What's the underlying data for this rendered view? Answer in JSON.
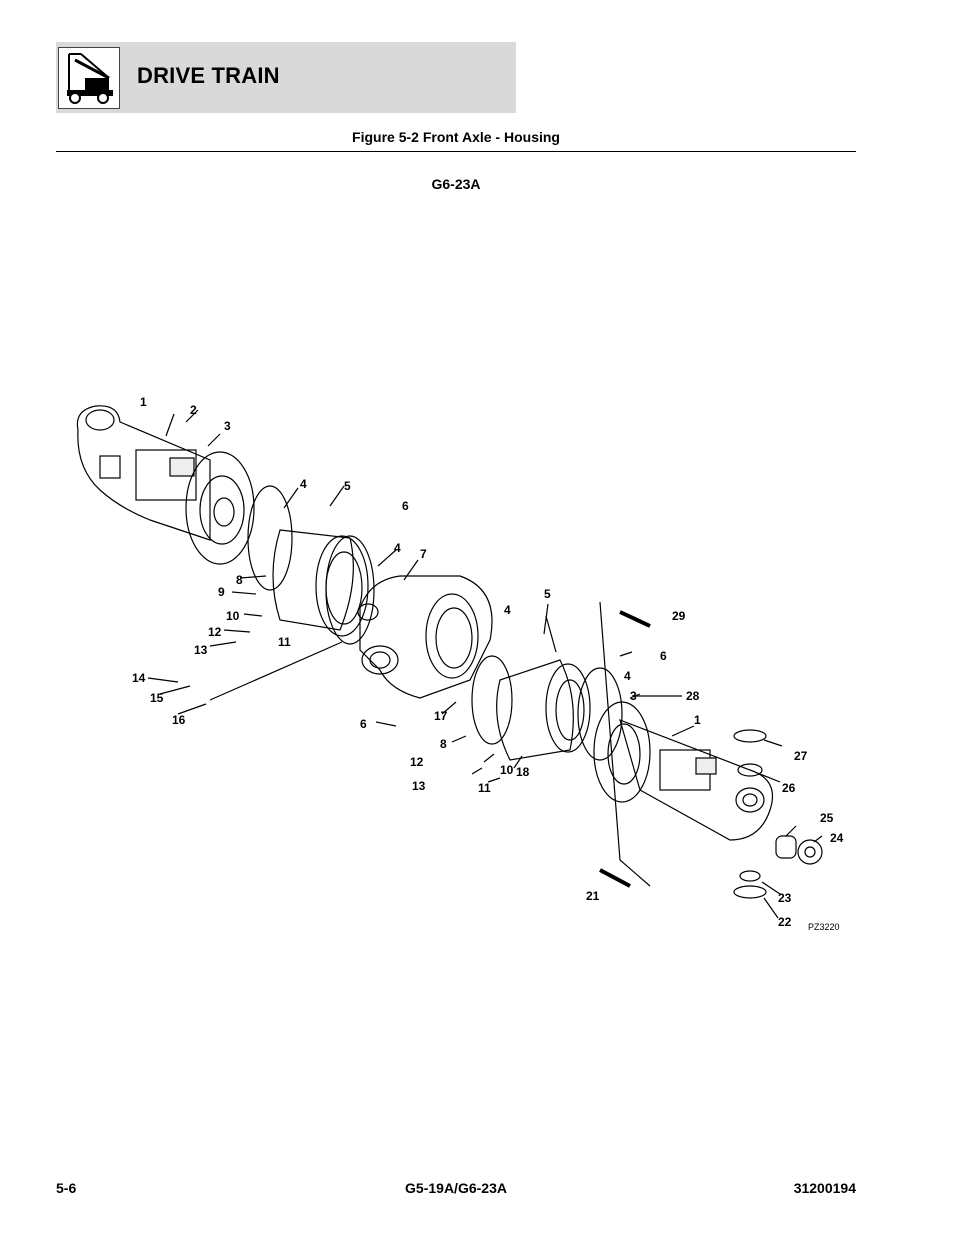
{
  "header": {
    "section_title": "DRIVE TRAIN",
    "logo_icon": "telehandler-boom-icon"
  },
  "figure": {
    "title": "Figure 5-2 Front Axle - Housing",
    "model": "G6-23A",
    "drawing_code": "PZ3220",
    "callouts": [
      "1",
      "2",
      "3",
      "4",
      "5",
      "6",
      "4",
      "7",
      "8",
      "9",
      "10",
      "12",
      "11",
      "13",
      "14",
      "15",
      "16",
      "6",
      "17",
      "8",
      "12",
      "10",
      "18",
      "13",
      "11",
      "5",
      "4",
      "29",
      "6",
      "4",
      "3",
      "28",
      "1",
      "27",
      "26",
      "25",
      "24",
      "21",
      "23",
      "22"
    ]
  },
  "footer": {
    "page_number": "5-6",
    "models": "G5-19A/G6-23A",
    "doc_number": "31200194"
  }
}
